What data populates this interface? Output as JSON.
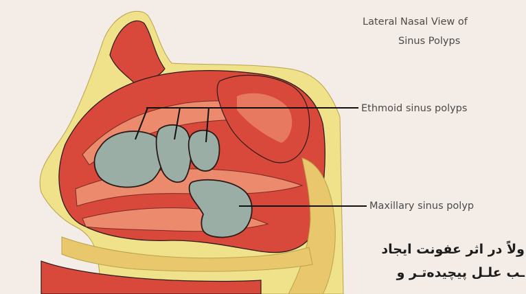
{
  "title": {
    "line1": "Lateral Nasal View of",
    "line2": "Sinus Polyps"
  },
  "labels": {
    "ethmoid": "Ethmoid sinus polyps",
    "maxillary": "Maxillary sinus polyp"
  },
  "persian_text": {
    "line1": "ولاً در اثر عفونت ایجاد",
    "line2": "ـب علـل پیچیده‌تـر و"
  },
  "colors": {
    "background": "#f4ece6",
    "tissue": "#d8483b",
    "tissue_light": "#ec8a6d",
    "fat": "#efe28a",
    "polyp": "#9aaea6",
    "outline": "#2a1a16"
  }
}
